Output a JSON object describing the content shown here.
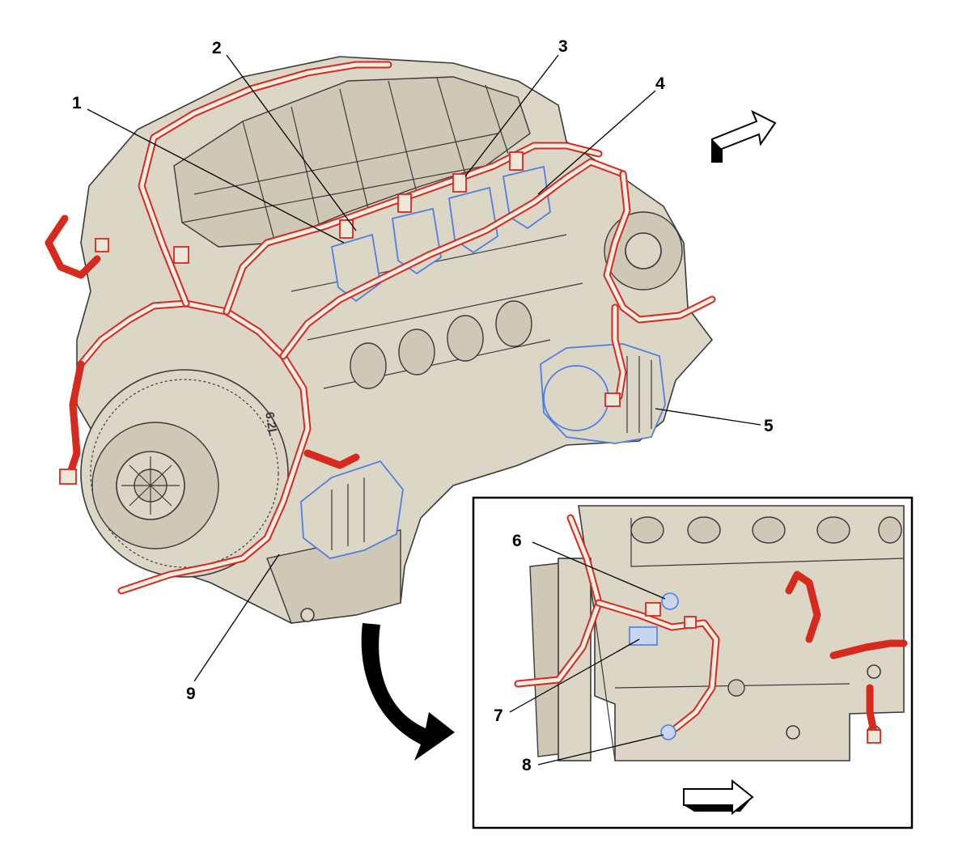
{
  "callouts": [
    {
      "id": "1",
      "label": "1"
    },
    {
      "id": "2",
      "label": "2"
    },
    {
      "id": "3",
      "label": "3"
    },
    {
      "id": "4",
      "label": "4"
    },
    {
      "id": "5",
      "label": "5"
    },
    {
      "id": "6",
      "label": "6"
    },
    {
      "id": "7",
      "label": "7"
    },
    {
      "id": "8",
      "label": "8"
    },
    {
      "id": "9",
      "label": "9"
    }
  ],
  "engine_badge": "6.2L",
  "colors": {
    "harness": "#d62a1e",
    "highlight_components": "#4f7fe0",
    "engine_body": "#dcd6c7",
    "outline": "#3a3a3a"
  },
  "icons": [
    "forward-direction-arrow-icon",
    "inset-direction-arrow-icon",
    "curved-inset-pointer-arrow-icon"
  ]
}
